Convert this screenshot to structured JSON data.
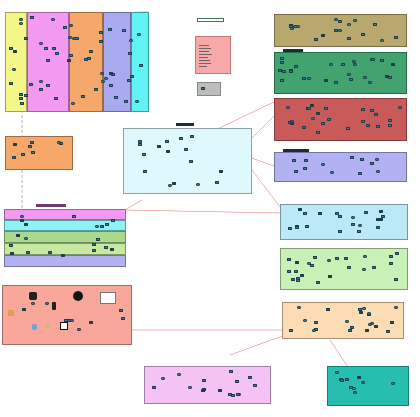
{
  "diagram": {
    "title": "",
    "zones": [
      {
        "id": "z-yellow-left",
        "label": ""
      },
      {
        "id": "z-magenta-top",
        "label": ""
      },
      {
        "id": "z-orange-top",
        "label": ""
      },
      {
        "id": "z-purple-top",
        "label": ""
      },
      {
        "id": "z-cyan-top",
        "label": ""
      },
      {
        "id": "z-orange-mid-left",
        "label": ""
      },
      {
        "id": "z-center-cyan",
        "label": ""
      },
      {
        "id": "z-olive",
        "label": ""
      },
      {
        "id": "z-green-dark",
        "label": ""
      },
      {
        "id": "z-red",
        "label": ""
      },
      {
        "id": "z-lavender-right",
        "label": ""
      },
      {
        "id": "z-lightblue-right",
        "label": ""
      },
      {
        "id": "z-lightgreen-right",
        "label": ""
      },
      {
        "id": "z-peach-right",
        "label": ""
      },
      {
        "id": "z-stack-left",
        "label": ""
      },
      {
        "id": "z-salmon-bottom-left",
        "label": ""
      },
      {
        "id": "z-pink-bottom",
        "label": ""
      },
      {
        "id": "z-teal-bottom-right",
        "label": ""
      }
    ],
    "legend_title": "",
    "legend_items": [
      "",
      "",
      "",
      "",
      "",
      "",
      "",
      ""
    ],
    "small_box_label": ""
  },
  "colors": {
    "yellow": "#f5f58a",
    "magenta": "#f29af2",
    "orange": "#f5a86a",
    "purple": "#a9a9ef",
    "cyan": "#5ff3f3",
    "center_cyan": "#dff8fb",
    "olive": "#b9a86e",
    "green_dark": "#43a36f",
    "red": "#c95a5a",
    "lavender": "#b2b2f2",
    "lightblue": "#bce9f6",
    "lightgreen": "#c8f0b7",
    "peach": "#fbdcb5",
    "salmon": "#f9a79b",
    "pink": "#f5c2f5",
    "teal": "#26bfaf",
    "link_red": "#e06666",
    "link_dark": "#3a3a3a",
    "legend_bg": "#f7a9a9"
  },
  "icons": [
    "router-icon",
    "switch-icon",
    "server-icon",
    "pc-icon",
    "firewall-icon",
    "cloud-icon",
    "phone-icon",
    "laptop-icon",
    "printer-icon",
    "camera-icon"
  ]
}
